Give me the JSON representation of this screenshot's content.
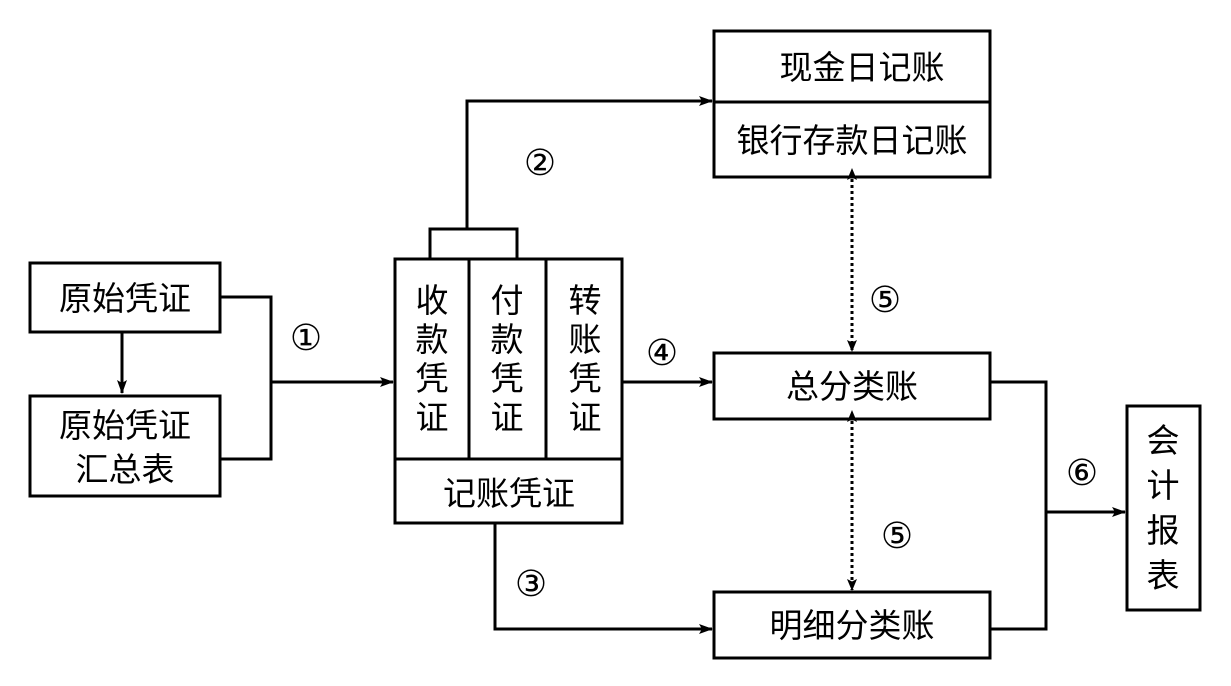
{
  "nodes": {
    "original_voucher": "原始凭证",
    "original_summary": [
      "原始凭证",
      "汇总表"
    ],
    "receipt_voucher": [
      "收",
      "款",
      "凭",
      "证"
    ],
    "payment_voucher": [
      "付",
      "款",
      "凭",
      "证"
    ],
    "transfer_voucher": [
      "转",
      "账",
      "凭",
      "证"
    ],
    "bookkeeping_voucher": "记账凭证",
    "cash_journal": "现金日记账",
    "bank_journal": "银行存款日记账",
    "general_ledger": "总分类账",
    "subsidiary_ledger": "明细分类账",
    "accounting_report": [
      "会",
      "计",
      "报",
      "表"
    ]
  },
  "steps": {
    "s1": "①",
    "s2": "②",
    "s3": "③",
    "s4": "④",
    "s5a": "⑤",
    "s5b": "⑤",
    "s6": "⑥"
  }
}
